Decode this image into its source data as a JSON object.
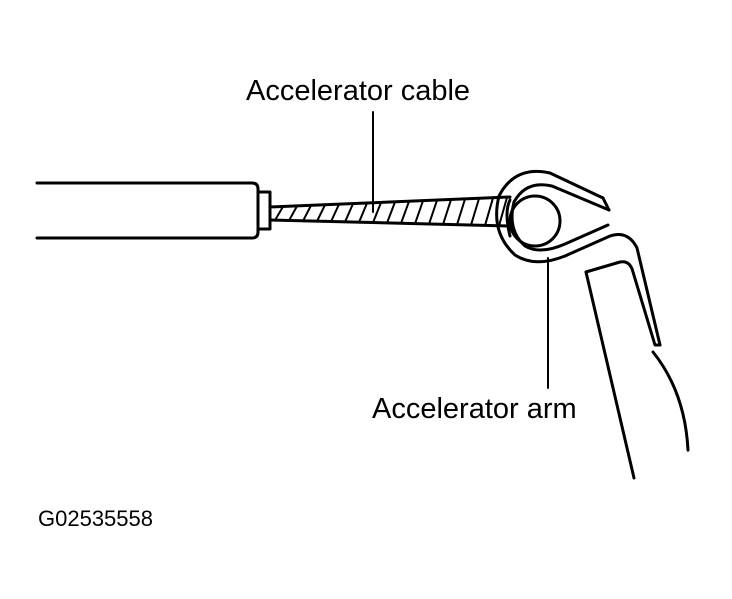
{
  "labels": {
    "cable": "Accelerator cable",
    "arm": "Accelerator arm"
  },
  "figure_code": "G02535558",
  "colors": {
    "ink": "#000000",
    "background": "#ffffff"
  }
}
